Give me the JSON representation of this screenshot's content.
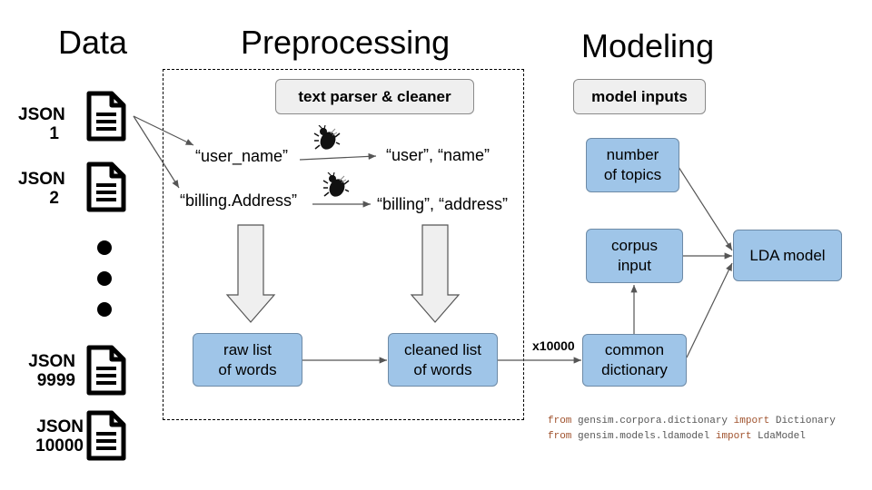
{
  "sections": {
    "data": "Data",
    "preprocessing": "Preprocessing",
    "modeling": "Modeling"
  },
  "files": [
    {
      "label": "JSON\n1",
      "icon": "document-icon"
    },
    {
      "label": "JSON\n2",
      "icon": "document-icon"
    },
    {
      "label": "JSON\n9999",
      "icon": "document-icon"
    },
    {
      "label": "JSON\n10000",
      "icon": "document-icon"
    }
  ],
  "preprocessing": {
    "parser_label": "text parser & cleaner",
    "raw_term_1": "“user_name”",
    "raw_term_2": "“billing.Address”",
    "clean_term_1": "“user”, “name”",
    "clean_term_2": "“billing”, “address”",
    "raw_list": "raw list\nof words",
    "cleaned_list": "cleaned list\nof words",
    "bug_icon": "bug-icon"
  },
  "modeling": {
    "inputs_label": "model inputs",
    "num_topics": "number\nof topics",
    "corpus_input": "corpus\ninput",
    "common_dictionary": "common\ndictionary",
    "lda_model": "LDA model",
    "multiplier": "x10000"
  },
  "code": {
    "line1": {
      "from": "from",
      "module": " gensim.corpora.dictionary ",
      "import": "import",
      "name": " Dictionary"
    },
    "line2": {
      "from": "from",
      "module": " gensim.models.ldamodel ",
      "import": "import",
      "name": " LdaModel"
    }
  },
  "colors": {
    "node_fill": "#9fc5e8",
    "pill_fill": "#efefef",
    "keyword": "#a0522d"
  }
}
